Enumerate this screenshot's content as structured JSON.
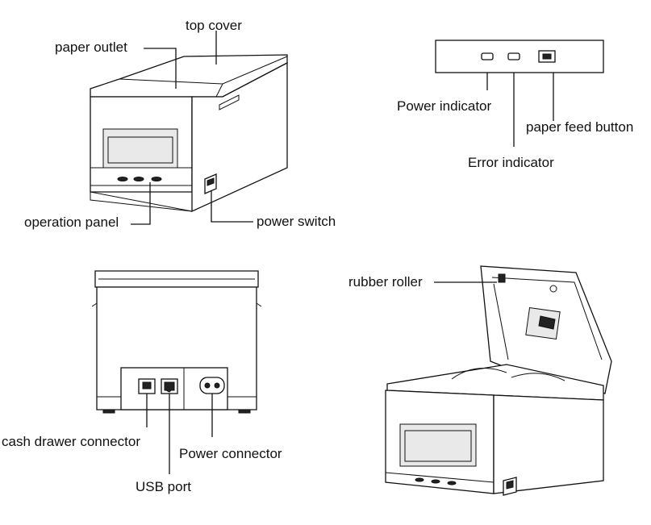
{
  "figures": {
    "front_view": {
      "labels": {
        "top_cover": "top cover",
        "paper_outlet": "paper outlet",
        "operation_panel": "operation panel",
        "power_switch": "power switch"
      }
    },
    "panel_detail": {
      "labels": {
        "power_indicator": "Power indicator",
        "error_indicator": "Error indicator",
        "paper_feed_button": "paper feed button"
      }
    },
    "rear_view": {
      "labels": {
        "cash_drawer_connector": "cash drawer connector",
        "usb_port": "USB port",
        "power_connector": "Power connector"
      }
    },
    "open_view": {
      "labels": {
        "rubber_roller": "rubber roller"
      }
    }
  },
  "icons": {
    "leader_style": "solid line",
    "outline_color": "#111111"
  }
}
